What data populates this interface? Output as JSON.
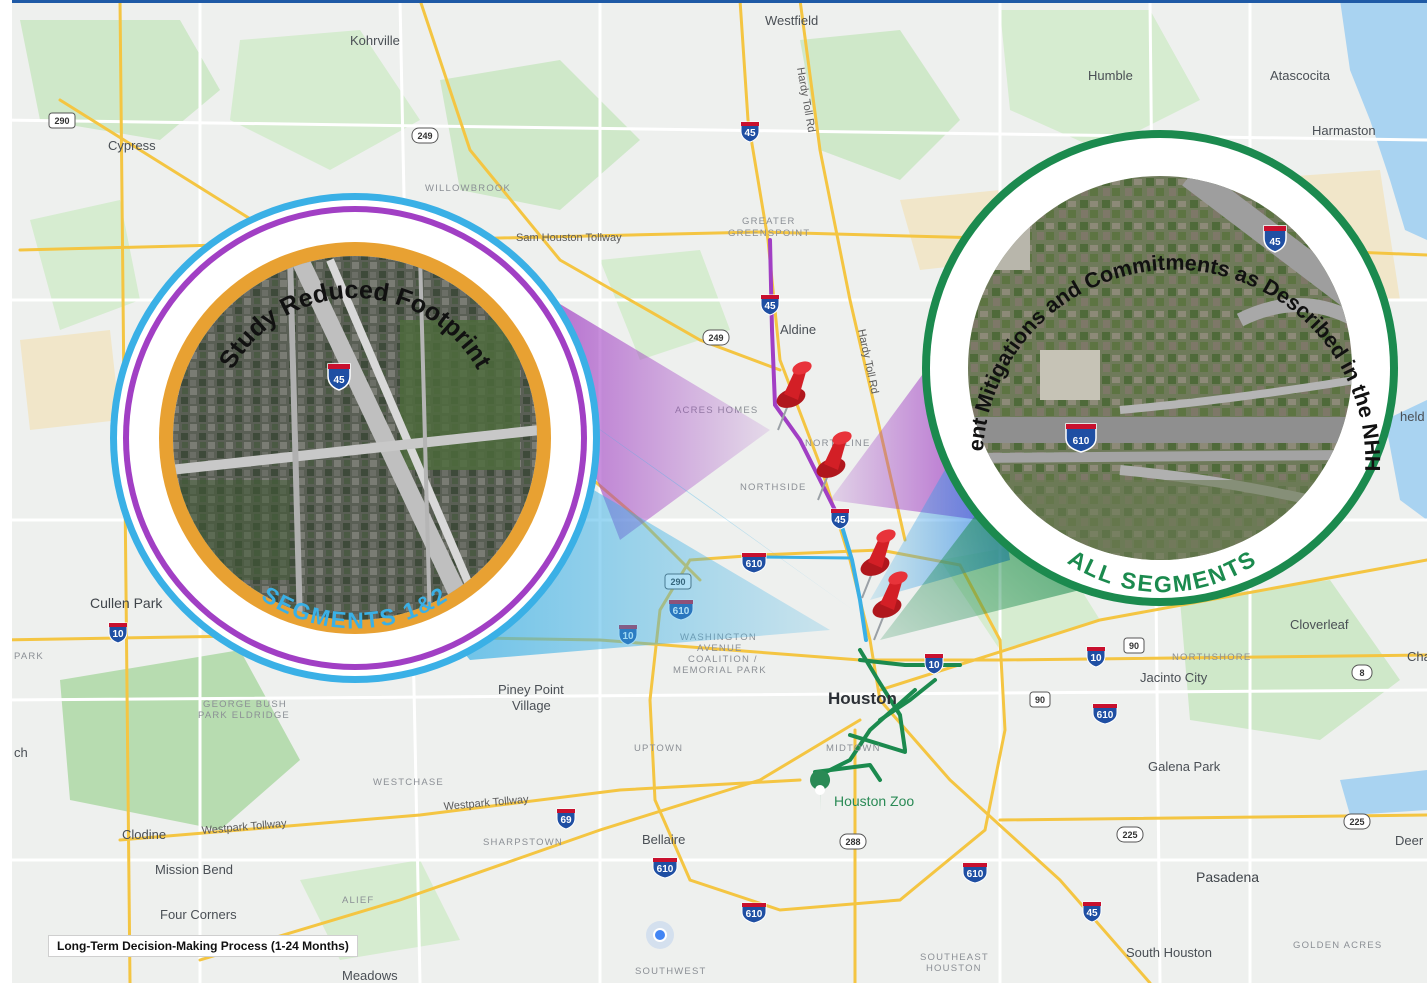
{
  "places": [
    {
      "id": "westfield",
      "text": "Westfield"
    },
    {
      "id": "kohrville",
      "text": "Kohrville"
    },
    {
      "id": "humble",
      "text": "Humble"
    },
    {
      "id": "atascocita",
      "text": "Atascocita"
    },
    {
      "id": "cypress",
      "text": "Cypress"
    },
    {
      "id": "harmaston",
      "text": "Harmaston"
    },
    {
      "id": "aldine",
      "text": "Aldine"
    },
    {
      "id": "cullen-park",
      "text": "Cullen Park"
    },
    {
      "id": "cloverleaf",
      "text": "Cloverleaf"
    },
    {
      "id": "jacinto-city",
      "text": "Jacinto City"
    },
    {
      "id": "houston",
      "text": "Houston"
    },
    {
      "id": "piney-point-1",
      "text": "Piney Point"
    },
    {
      "id": "piney-point-2",
      "text": "Village"
    },
    {
      "id": "galena-park",
      "text": "Galena Park"
    },
    {
      "id": "houston-zoo",
      "text": "Houston Zoo"
    },
    {
      "id": "bellaire",
      "text": "Bellaire"
    },
    {
      "id": "clodine",
      "text": "Clodine"
    },
    {
      "id": "mission-bend",
      "text": "Mission Bend"
    },
    {
      "id": "four-corners",
      "text": "Four Corners"
    },
    {
      "id": "pasadena",
      "text": "Pasadena"
    },
    {
      "id": "south-houston",
      "text": "South Houston"
    },
    {
      "id": "meadows",
      "text": "Meadows"
    },
    {
      "id": "deer",
      "text": "Deer"
    },
    {
      "id": "sheld",
      "text": "held"
    },
    {
      "id": "cha",
      "text": "Cha"
    },
    {
      "id": "park",
      "text": "PARK"
    },
    {
      "id": "ch",
      "text": "ch"
    }
  ],
  "neighborhoods": [
    {
      "id": "willowbrook",
      "text": "WILLOWBROOK"
    },
    {
      "id": "greater-greenspoint-1",
      "text": "GREATER"
    },
    {
      "id": "greater-greenspoint-2",
      "text": "GREENSPOINT"
    },
    {
      "id": "acres-homes",
      "text": "ACRES HOMES"
    },
    {
      "id": "northside",
      "text": "NORTHSIDE"
    },
    {
      "id": "northline",
      "text": "NORTHLINE"
    },
    {
      "id": "washington-ave-1",
      "text": "WASHINGTON"
    },
    {
      "id": "washington-ave-2",
      "text": "AVENUE"
    },
    {
      "id": "washington-ave-3",
      "text": "COALITION /"
    },
    {
      "id": "washington-ave-4",
      "text": "MEMORIAL PARK"
    },
    {
      "id": "uptown",
      "text": "UPTOWN"
    },
    {
      "id": "midtown",
      "text": "MIDTOWN"
    },
    {
      "id": "george-bush-1",
      "text": "GEORGE BUSH"
    },
    {
      "id": "george-bush-2",
      "text": "PARK ELDRIDGE"
    },
    {
      "id": "westchase",
      "text": "WESTCHASE"
    },
    {
      "id": "sharpstown",
      "text": "SHARPSTOWN"
    },
    {
      "id": "alief",
      "text": "ALIEF"
    },
    {
      "id": "northshore",
      "text": "NORTHSHORE"
    },
    {
      "id": "southeast-houston-1",
      "text": "SOUTHEAST"
    },
    {
      "id": "southeast-houston-2",
      "text": "HOUSTON"
    },
    {
      "id": "southwest",
      "text": "SOUTHWEST"
    },
    {
      "id": "golden-acres",
      "text": "GOLDEN ACRES"
    }
  ],
  "roads": [
    {
      "id": "sam-houston-tollway",
      "text": "Sam Houston Tollway"
    },
    {
      "id": "hardy-toll-rd-1",
      "text": "Hardy Toll Rd"
    },
    {
      "id": "hardy-toll-rd-2",
      "text": "Hardy Toll Rd"
    },
    {
      "id": "westpark-tollway-1",
      "text": "Westpark Tollway"
    },
    {
      "id": "westpark-tollway-2",
      "text": "Westpark Tollway"
    }
  ],
  "shields": [
    {
      "id": "s290a",
      "num": "290"
    },
    {
      "id": "s249a",
      "num": "249"
    },
    {
      "id": "s45a",
      "num": "45"
    },
    {
      "id": "s45b",
      "num": "45"
    },
    {
      "id": "s249b",
      "num": "249"
    },
    {
      "id": "s45c",
      "num": "45"
    },
    {
      "id": "s610a",
      "num": "610"
    },
    {
      "id": "s290b",
      "num": "290"
    },
    {
      "id": "s610b",
      "num": "610"
    },
    {
      "id": "s10a",
      "num": "10"
    },
    {
      "id": "s10b",
      "num": "10"
    },
    {
      "id": "s10c",
      "num": "10"
    },
    {
      "id": "s90a",
      "num": "90"
    },
    {
      "id": "s8",
      "num": "8"
    },
    {
      "id": "s10d",
      "num": "10"
    },
    {
      "id": "s90b",
      "num": "90"
    },
    {
      "id": "s610c",
      "num": "610"
    },
    {
      "id": "s69",
      "num": "69"
    },
    {
      "id": "s288",
      "num": "288"
    },
    {
      "id": "s610d",
      "num": "610"
    },
    {
      "id": "s225a",
      "num": "225"
    },
    {
      "id": "s225b",
      "num": "225"
    },
    {
      "id": "s610e",
      "num": "610"
    },
    {
      "id": "s45d",
      "num": "45"
    },
    {
      "id": "s610f",
      "num": "610"
    }
  ],
  "callouts": {
    "left": {
      "title": "Study Reduced Footprint",
      "subtitle": "SEGMENTS 1&2",
      "ring_outer": "#3ab0e6",
      "ring_inner": "#a13fc4",
      "ring_core": "#e8a132",
      "subtitle_color": "#3ab0e6",
      "photo_shield": "45"
    },
    "right": {
      "title": "Implement Mitigations and Commitments as Described in the NHHIP ROD",
      "subtitle": "ALL SEGMENTS",
      "ring": "#1b8a4e",
      "subtitle_color": "#1b8a4e",
      "photo_shield_1": "45",
      "photo_shield_2": "610"
    }
  },
  "caption": "Long-Term Decision-Making Process (1-24 Months)",
  "colors": {
    "purple_route": "#a13fc4",
    "blue_route": "#3ab0e6",
    "green_route": "#1b8a4e",
    "pin": "#d31f26",
    "water": "#a9d3f1",
    "park": "#c7e6c3"
  }
}
